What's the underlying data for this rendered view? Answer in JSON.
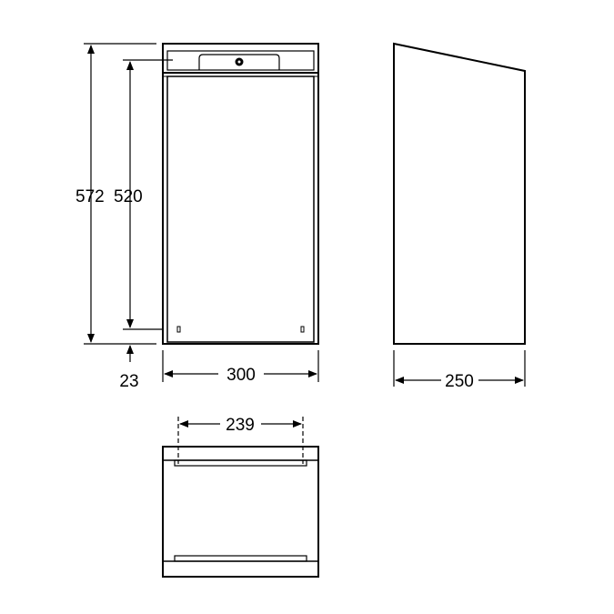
{
  "dimensions": {
    "overall_height": "572",
    "door_height": "520",
    "bottom_offset": "23",
    "front_width": "300",
    "side_depth": "250",
    "bottom_inner_width": "239"
  },
  "colors": {
    "line": "#000000",
    "background": "#ffffff"
  }
}
